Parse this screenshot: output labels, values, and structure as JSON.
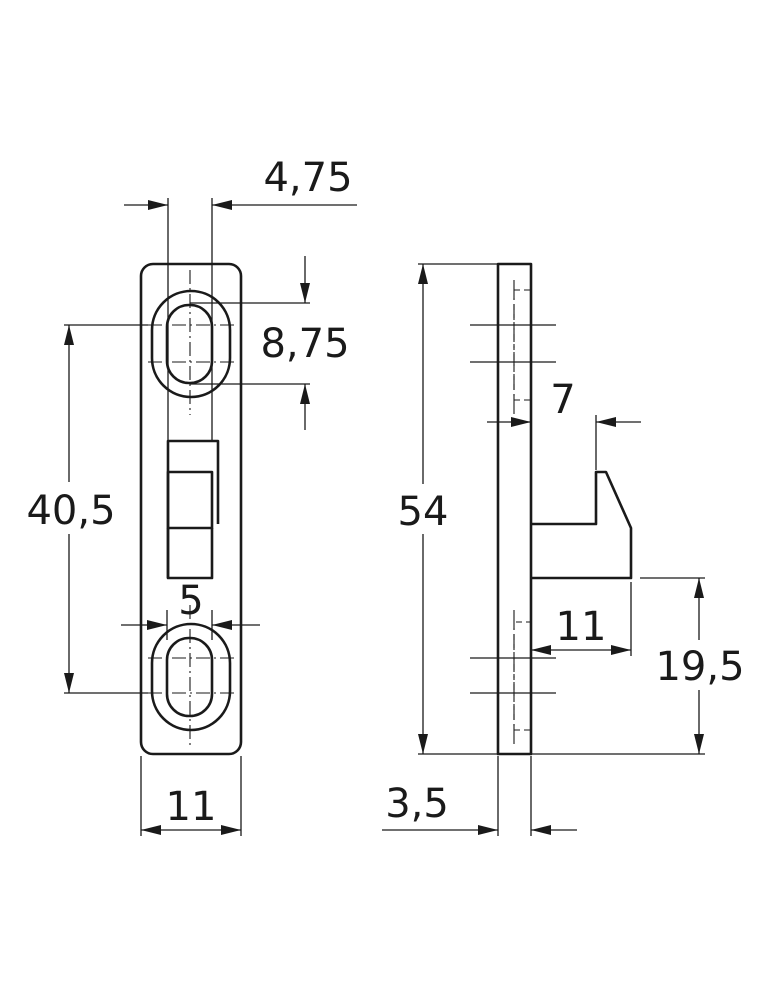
{
  "dimensions": {
    "slot_spacing_width": "4,75",
    "slot_height": "8,75",
    "hole_pitch": "40,5",
    "tab_width": "5",
    "plate_width": "11",
    "overall_height": "54",
    "hook_offset": "7",
    "hook_projection": "11",
    "hook_height_from_bottom": "19,5",
    "plate_thickness": "3,5"
  }
}
